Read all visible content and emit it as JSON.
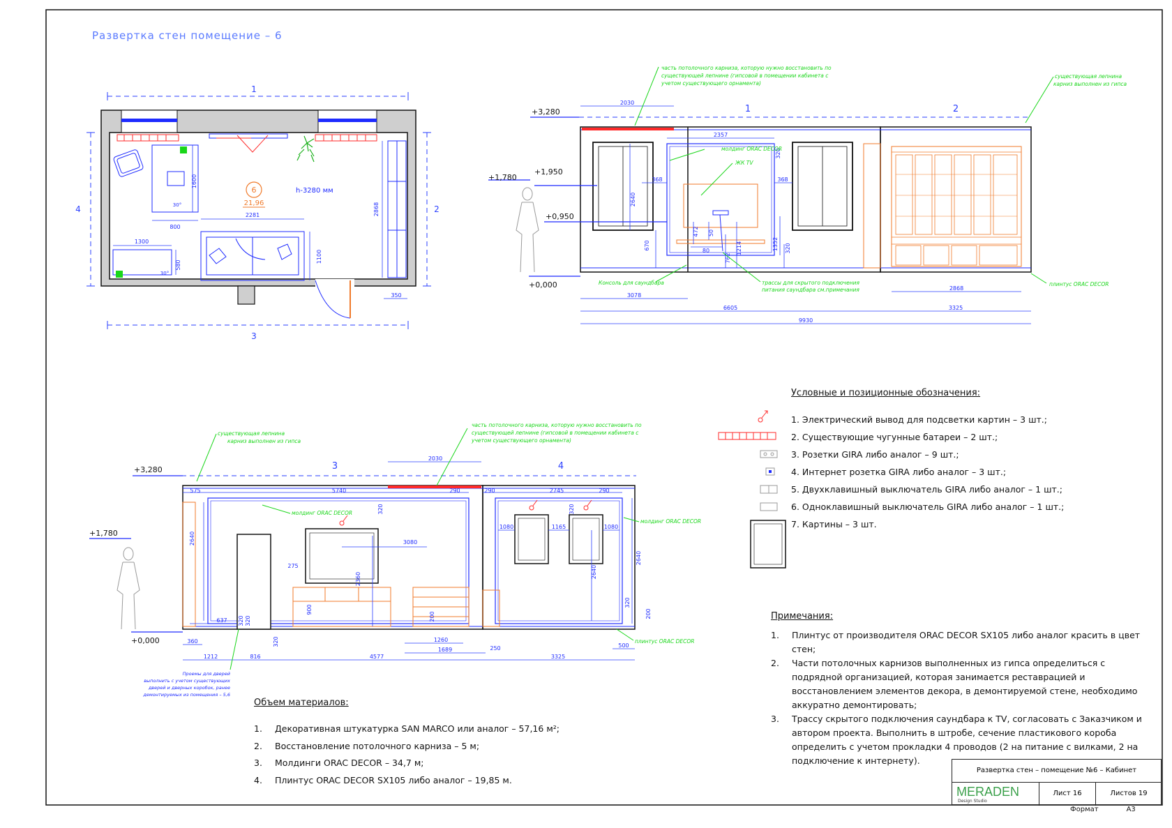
{
  "sheet_title": "Развертка стен помещение – 6",
  "plan": {
    "room_number": "6",
    "area": "21,96",
    "height": "h-3280 мм",
    "wall_labels": [
      "1",
      "2",
      "3",
      "4"
    ],
    "dims": {
      "d1600": "1600",
      "d800": "800",
      "d2281": "2281",
      "d2868": "2868",
      "d1300": "1300",
      "d580": "580",
      "d1100": "1100",
      "d350": "350",
      "d30a": "30°",
      "d30b": "30°"
    }
  },
  "elev1": {
    "labels": {
      "w1": "1",
      "w2": "2"
    },
    "levels": {
      "l3280": "+3,280",
      "l1950": "+1,950",
      "l1780": "+1,780",
      "l0950": "+0,950",
      "l0000": "+0,000"
    },
    "dims": {
      "d2030": "2030",
      "d2357": "2357",
      "d320a": "320",
      "d368a": "368",
      "d368b": "368",
      "d2640": "2640",
      "d472": "472",
      "d50": "50",
      "d80": "80",
      "d670": "670",
      "d762": "762",
      "d1214": "1214",
      "d1352": "1352",
      "d320b": "320",
      "d3078": "3078",
      "d6605": "6605",
      "d2868": "2868",
      "d3325": "3325",
      "d9930": "9930"
    },
    "notes": {
      "cornice": [
        "часть потолочного карниза, которую нужно восстановить по",
        "существующей лепнине (гипсовой в помещении кабинета с",
        "учетом существующего орнамента)"
      ],
      "existing": [
        "существующая лепнина",
        "карниз выполнен из гипса"
      ],
      "molding": "молдинг ORAC DECOR",
      "tv": "ЖК TV",
      "console": "Консоль для саундбара",
      "routes": [
        "трассы для скрытого подключения",
        "питания саундбара см.примечания"
      ],
      "plinth": "плинтус ORAC DECOR"
    }
  },
  "elev2": {
    "labels": {
      "w3": "3",
      "w4": "4"
    },
    "levels": {
      "l3280": "+3,280",
      "l1780": "+1,780",
      "l0000": "+0,000"
    },
    "dims": {
      "d2030": "2030",
      "d575": "575",
      "d5740": "5740",
      "d290a": "290",
      "d290b": "290",
      "d2745": "2745",
      "d290c": "290",
      "d320a": "320",
      "d320b": "320",
      "d2640a": "2640",
      "d3080": "3080",
      "d275": "275",
      "d2360": "2360",
      "d1080a": "1080",
      "d1165": "1165",
      "d1080b": "1080",
      "d2640b": "2640",
      "d2640c": "2640",
      "d320c": "320",
      "d320d": "320",
      "d637": "637",
      "d320e": "320",
      "d900": "900",
      "d200a": "200",
      "d1260": "1260",
      "d1689": "1689",
      "d200b": "200",
      "d360": "360",
      "d320f": "320",
      "d1212": "1212",
      "d816": "816",
      "d4577": "4577",
      "d250": "250",
      "d3325": "3325",
      "d500": "500"
    },
    "notes": {
      "existing": [
        "существующая лепнина",
        "карниз выполнен из гипса"
      ],
      "cornice": [
        "часть потолочного карниза, которую нужно восстановить по",
        "существующей лепнине (гипсовой в помещении кабинета с",
        "учетом существующего орнамента)"
      ],
      "molding1": "молдинг ORAC DECOR",
      "molding2": "молдинг ORAC DECOR",
      "plinth": "плинтус ORAC DECOR",
      "doorway": [
        "Проемы для дверей",
        "выполнить с учетом существующих",
        "дверей и дверных коробок, ранее",
        "демонтируемых из помещения – 5,6"
      ]
    }
  },
  "legend": {
    "title": "Условные и позиционные обозначения:",
    "items": [
      "1.  Электрический вывод для подсветки картин – 3 шт.;",
      "2. Существующие чугунные батареи  – 2 шт.;",
      "3.  Розетки  GIRA либо аналог – 9 шт.;",
      "4. Интернет розетка GIRA либо аналог – 3 шт.;",
      "5. Двухклавишный выключатель GIRA либо аналог – 1 шт.;",
      "6. Одноклавишный  выключатель GIRA либо аналог – 1 шт.;",
      "7. Картины – 3 шт."
    ]
  },
  "notes": {
    "title": "Примечания:",
    "items": [
      {
        "num": "1.",
        "text": "Плинтус от производителя ORAC DECOR  SX105 либо аналог красить в цвет стен;"
      },
      {
        "num": "2.",
        "text": "Части потолочных карнизов выполненных из гипса определиться с подрядной организацией, которая занимается реставрацией и восстановлением элементов декора, в демонтируемой стене, необходимо аккуратно демонтировать;"
      },
      {
        "num": "3.",
        "text": " Трассу скрытого подключения саундбара к TV, согласовать с Заказчиком и автором проекта. Выполнить в штробе, сечение пластикового короба определить с учетом прокладки 4 проводов (2 на питание с вилками, 2 на подключение к интернету)."
      }
    ]
  },
  "materials": {
    "title": "Объем материалов:",
    "items": [
      {
        "num": "1.",
        "text": "Декоративная штукатурка SAN MARCO или аналог  – 57,16 м²;"
      },
      {
        "num": "2.",
        "text": "Восстановление потолочного карниза – 5 м;"
      },
      {
        "num": "3.",
        "text": "Молдинги ORAC DECOR – 34,7 м;"
      },
      {
        "num": "4.",
        "text": "Плинтус ORAC DECOR SX105 либо аналог – 19,85 м."
      }
    ]
  },
  "stamp": {
    "title": "Развертка стен – помещение №6 – Кабинет",
    "logo": "MERADEN",
    "logo_sub": "Design Studio",
    "sheet": "Лист 16",
    "sheets": "Листов 19",
    "format_label": "Формат",
    "format_value": "А3"
  },
  "colors": {
    "blue": "#1e2bff",
    "green": "#19d619",
    "orange": "#f07a2a",
    "red": "#ff2a2a",
    "dim": "#2a3fff"
  }
}
